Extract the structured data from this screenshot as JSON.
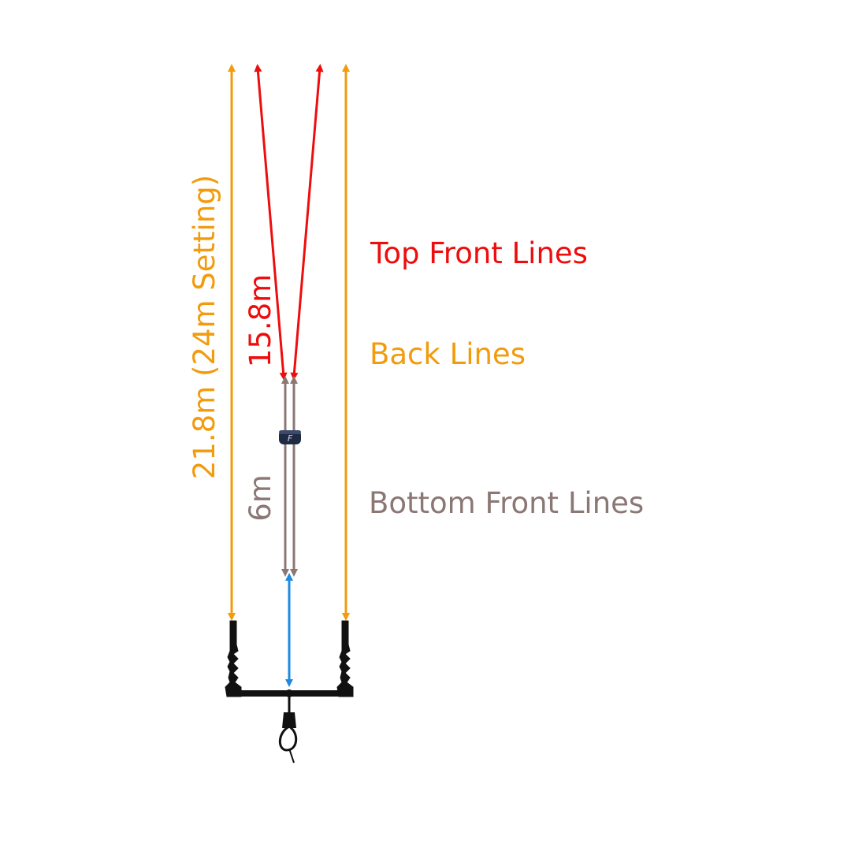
{
  "colors": {
    "top_front": "#ee0d0d",
    "back": "#f29b0c",
    "bottom_front": "#8b7774",
    "bar_gap": "#1d8be3",
    "bar": "#111111",
    "stopper": "#1f2a44"
  },
  "labels": {
    "top_front": "Top Front Lines",
    "back": "Back Lines",
    "bottom_front": "Bottom Front Lines"
  },
  "measurements": {
    "back_length": "21.8m (24m Setting)",
    "top_front_length": "15.8m",
    "bottom_front_length": "6m"
  },
  "icons": {
    "bar": "control-bar-icon",
    "chicken_loop": "chicken-loop-icon",
    "stopper": "depower-stopper-icon"
  }
}
